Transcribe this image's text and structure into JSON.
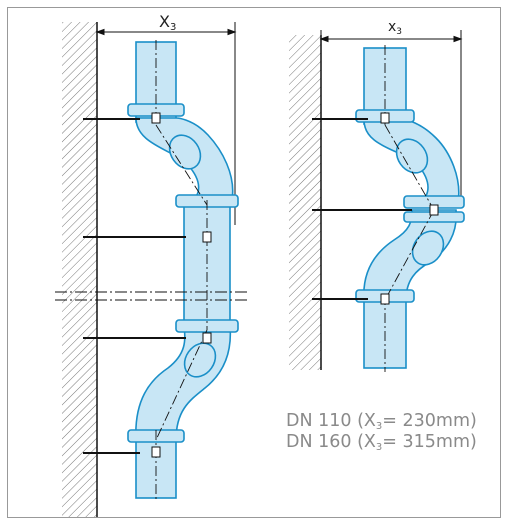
{
  "dimension_label_left": "X",
  "dimension_sub_left": "3",
  "dimension_label_right": "x",
  "dimension_sub_right": "3",
  "notes": [
    {
      "prefix": "DN 110 (X",
      "sub": "3",
      "suffix": "= 230mm)"
    },
    {
      "prefix": "DN 160 (X",
      "sub": "3",
      "suffix": "= 315mm)"
    }
  ],
  "colors": {
    "pipe_fill": "#c8e6f5",
    "pipe_stroke": "#1a8fc8",
    "line": "#111111",
    "note_text": "#8a8a8a"
  }
}
